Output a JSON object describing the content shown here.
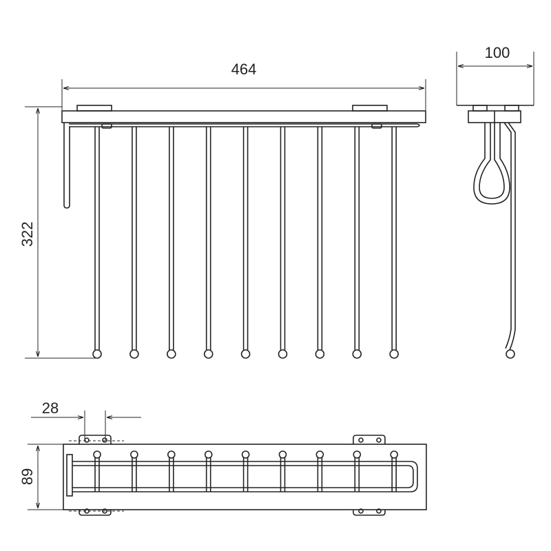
{
  "dimensions": {
    "width": "464",
    "depth": "100",
    "height": "322",
    "rod_spacing": "28",
    "plan_depth": "89"
  },
  "rod_count": 9
}
